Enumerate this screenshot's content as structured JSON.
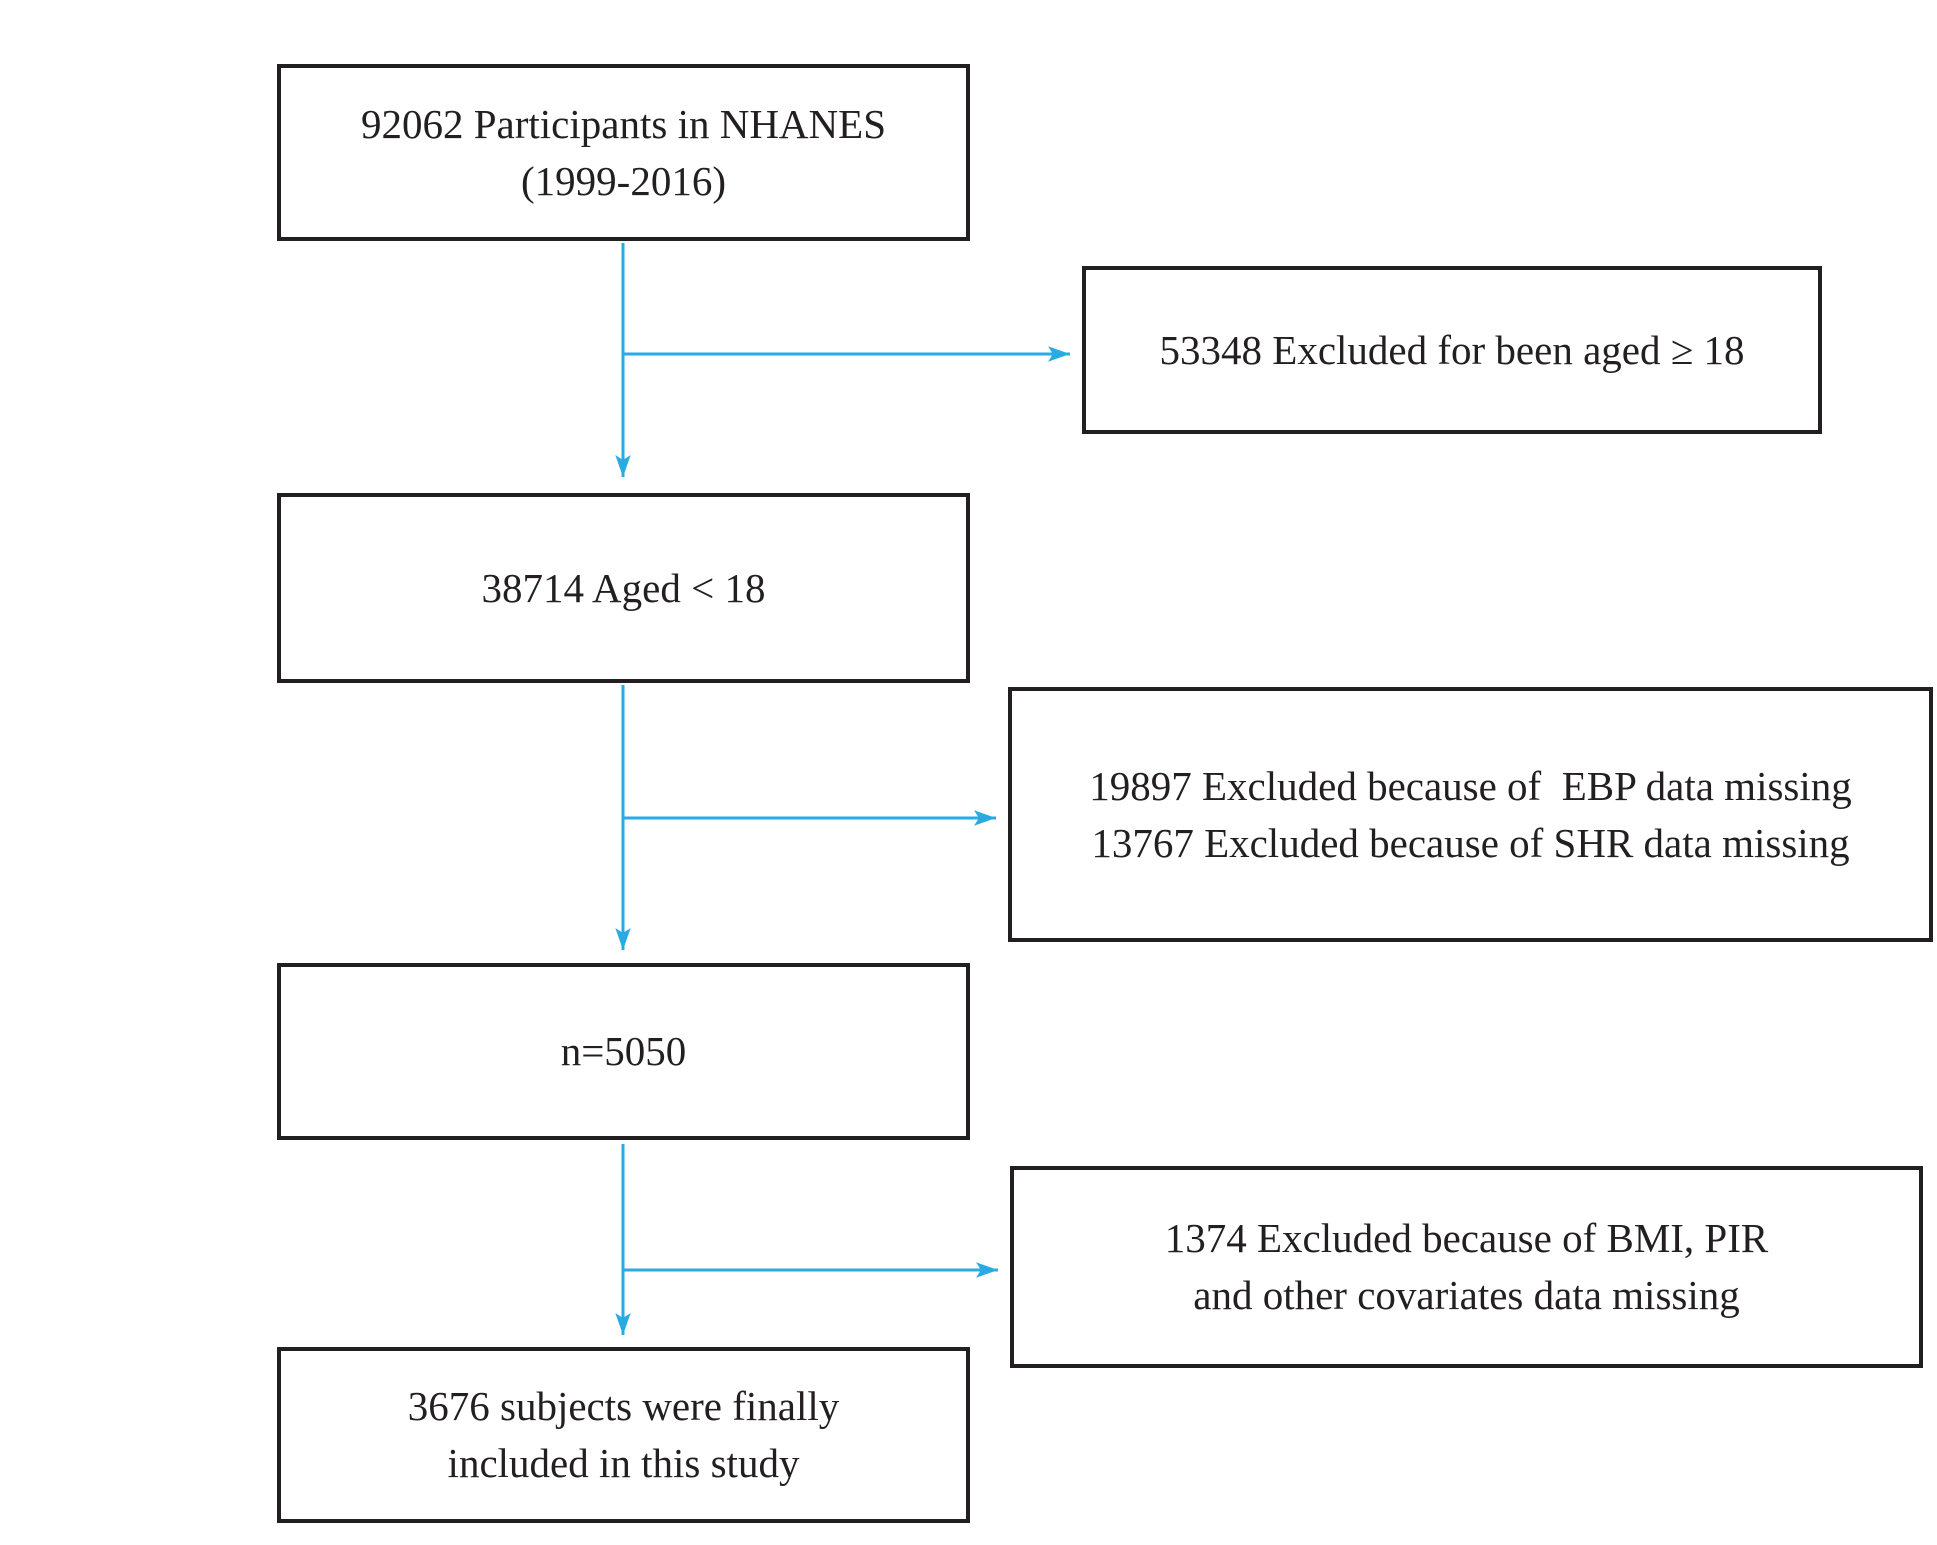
{
  "colors": {
    "arrow": "#29ABE2",
    "border": "#231F20",
    "text": "#231F20",
    "background": "#FFFFFF"
  },
  "flowchart": {
    "nodes": {
      "participants": {
        "lines": [
          "92062 Participants in NHANES",
          "(1999-2016)"
        ]
      },
      "excluded_age18": {
        "lines": [
          "53348 Excluded for been aged ≥ 18"
        ]
      },
      "aged_under18": {
        "lines": [
          "38714 Aged < 18"
        ]
      },
      "excluded_ebp_shr": {
        "lines": [
          "19897 Excluded because of  EBP data missing",
          "13767 Excluded because of SHR data missing"
        ]
      },
      "n5050": {
        "lines": [
          "n=5050"
        ]
      },
      "excluded_bmi_pir": {
        "lines": [
          "1374 Excluded because of BMI, PIR",
          "and other covariates data missing"
        ]
      },
      "final_included": {
        "lines": [
          "3676 subjects were finally",
          "included in this study"
        ]
      }
    },
    "edges": [
      {
        "from": "participants",
        "to": "aged_under18",
        "type": "main-flow"
      },
      {
        "from": "participants",
        "to": "excluded_age18",
        "type": "exclusion-branch"
      },
      {
        "from": "aged_under18",
        "to": "n5050",
        "type": "main-flow"
      },
      {
        "from": "aged_under18",
        "to": "excluded_ebp_shr",
        "type": "exclusion-branch"
      },
      {
        "from": "n5050",
        "to": "final_included",
        "type": "main-flow"
      },
      {
        "from": "n5050",
        "to": "excluded_bmi_pir",
        "type": "exclusion-branch"
      }
    ]
  }
}
